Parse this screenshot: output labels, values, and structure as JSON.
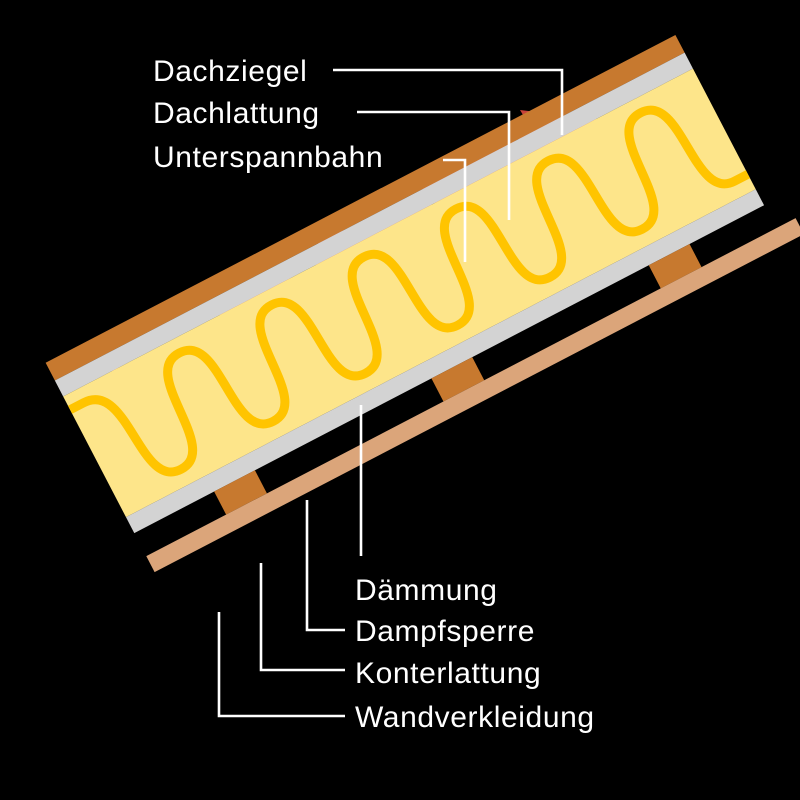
{
  "labels": {
    "dachziegel": "Dachziegel",
    "dachlattung": "Dachlattung",
    "unterspannbahn": "Unterspannbahn",
    "daemmung": "Dämmung",
    "dampfsperre": "Dampfsperre",
    "konterlattung": "Konterlattung",
    "wandverkleidung": "Wandverkleidung"
  },
  "colors": {
    "background": "#000000",
    "roof_tiles": "#c8423a",
    "roof_battens": "#c7792f",
    "membrane": "#d3d3d3",
    "insulation_fill": "#fde58a",
    "insulation_wave": "#ffc400",
    "counter_battens": "#c7792f",
    "wall_cladding": "#dba57a",
    "leader_lines": "#ffffff"
  }
}
